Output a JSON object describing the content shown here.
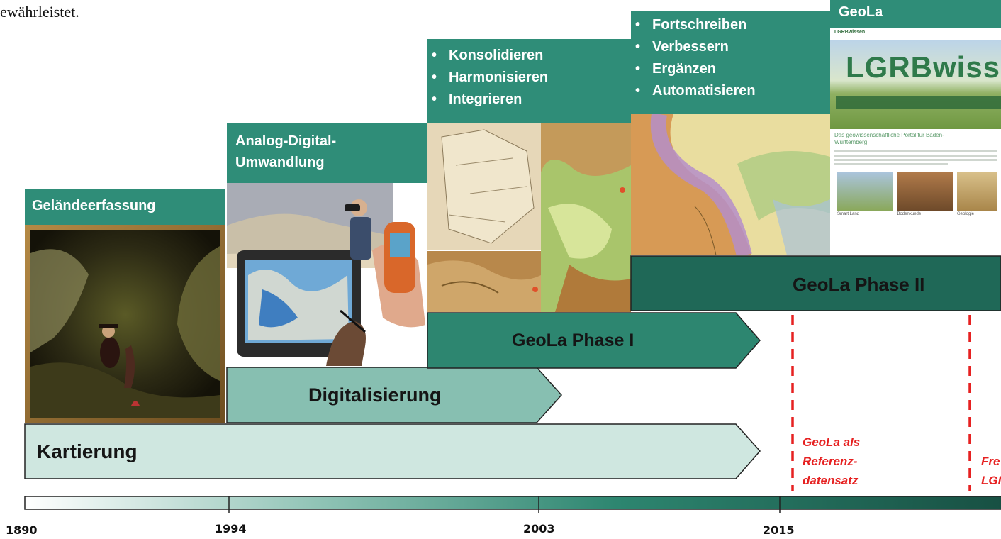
{
  "top_fragment": "ewährleistet.",
  "columns": {
    "gelaende": {
      "header": "Geländeerfassung"
    },
    "analog": {
      "header_line1": "Analog-Digital-",
      "header_line2": "Umwandlung"
    },
    "phase1": {
      "bullets": [
        "Konsolidieren",
        "Harmonisieren",
        "Integrieren"
      ]
    },
    "phase2": {
      "bullets": [
        "Fortschreiben",
        "Verbessern",
        "Ergänzen",
        "Automatisieren"
      ]
    },
    "geola": {
      "header": "GeoLa"
    }
  },
  "website": {
    "logo_small": "LGRBwissen",
    "banner_text": "LGRBwisse",
    "portal_title_line1": "Das geowissenschaftliche Portal für Baden-",
    "portal_title_line2": "Württemberg",
    "cards": [
      "Smart Land",
      "Bodenkunde",
      "Geologie"
    ]
  },
  "bars": {
    "kartierung": "Kartierung",
    "digitalisierung": "Digitalisierung",
    "phase1": "GeoLa Phase I",
    "phase2": "GeoLa Phase II"
  },
  "milestones": {
    "m2015": [
      "GeoLa als",
      "Referenz-",
      "datensatz"
    ],
    "m_right": [
      "Fre",
      "LGI"
    ]
  },
  "timeline": {
    "ticks": [
      "1890",
      "1994",
      "2003",
      "2015"
    ]
  },
  "colors": {
    "header_green": "#2f8d78",
    "kartierung": "#cfe7e0",
    "digitalisierung": "#87bfb1",
    "phase1": "#2d8670",
    "phase2": "#1f6857",
    "milestone_red": "#e62121"
  }
}
